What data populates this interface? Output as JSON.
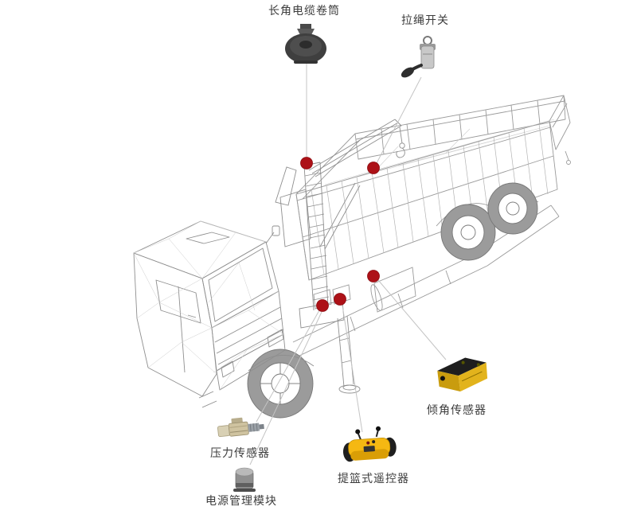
{
  "diagram": {
    "type": "annotated-product-diagram",
    "subject": "wireframe crane truck with sensor placement callouts",
    "background": "#ffffff",
    "marker_color": "#ad1117",
    "leader_line_color": "#c4c4c4",
    "art_line_color": "#9a9a9a"
  },
  "callouts": [
    {
      "label": "长角电缆卷筒",
      "icon": "cable-reel-icon"
    },
    {
      "label": "拉绳开关",
      "icon": "pull-rope-switch-icon"
    },
    {
      "label": "倾角传感器",
      "icon": "tilt-sensor-icon"
    },
    {
      "label": "压力传感器",
      "icon": "pressure-sensor-icon"
    },
    {
      "label": "电源管理模块",
      "icon": "power-module-icon"
    },
    {
      "label": "提篮式遥控器",
      "icon": "remote-control-icon"
    }
  ]
}
